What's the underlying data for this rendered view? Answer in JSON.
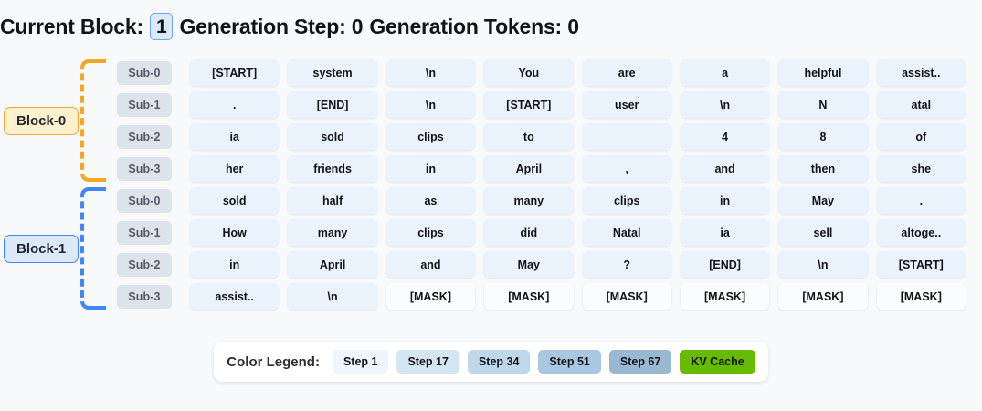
{
  "header": {
    "current_block_label": "Current Block:",
    "current_block_value": "1",
    "generation_step_label": "Generation Step: 0",
    "generation_tokens_label": "Generation Tokens: 0"
  },
  "blocks": [
    {
      "label": "Block-0",
      "accent": "#f5a623",
      "rows": [
        {
          "sub": "Sub-0",
          "cells": [
            "[START]",
            "system",
            "\\n",
            "You",
            "are",
            "a",
            "helpful",
            "assist.."
          ],
          "mask": [
            false,
            false,
            false,
            false,
            false,
            false,
            false,
            false
          ]
        },
        {
          "sub": "Sub-1",
          "cells": [
            ".",
            "[END]",
            "\\n",
            "[START]",
            "user",
            "\\n",
            "N",
            "atal"
          ],
          "mask": [
            false,
            false,
            false,
            false,
            false,
            false,
            false,
            false
          ]
        },
        {
          "sub": "Sub-2",
          "cells": [
            "ia",
            "sold",
            "clips",
            "to",
            "_",
            "4",
            "8",
            "of"
          ],
          "mask": [
            false,
            false,
            false,
            false,
            false,
            false,
            false,
            false
          ]
        },
        {
          "sub": "Sub-3",
          "cells": [
            "her",
            "friends",
            "in",
            "April",
            ",",
            "and",
            "then",
            "she"
          ],
          "mask": [
            false,
            false,
            false,
            false,
            false,
            false,
            false,
            false
          ]
        }
      ]
    },
    {
      "label": "Block-1",
      "accent": "#4285f4",
      "rows": [
        {
          "sub": "Sub-0",
          "cells": [
            "sold",
            "half",
            "as",
            "many",
            "clips",
            "in",
            "May",
            "."
          ],
          "mask": [
            false,
            false,
            false,
            false,
            false,
            false,
            false,
            false
          ]
        },
        {
          "sub": "Sub-1",
          "cells": [
            "How",
            "many",
            "clips",
            "did",
            "Natal",
            "ia",
            "sell",
            "altoge.."
          ],
          "mask": [
            false,
            false,
            false,
            false,
            false,
            false,
            false,
            false
          ]
        },
        {
          "sub": "Sub-2",
          "cells": [
            "in",
            "April",
            "and",
            "May",
            "?",
            "[END]",
            "\\n",
            "[START]"
          ],
          "mask": [
            false,
            false,
            false,
            false,
            false,
            false,
            false,
            false
          ]
        },
        {
          "sub": "Sub-3",
          "cells": [
            "assist..",
            "\\n",
            "[MASK]",
            "[MASK]",
            "[MASK]",
            "[MASK]",
            "[MASK]",
            "[MASK]"
          ],
          "mask": [
            false,
            false,
            true,
            true,
            true,
            true,
            true,
            true
          ]
        }
      ]
    }
  ],
  "legend": {
    "title": "Color Legend:",
    "items": [
      {
        "label": "Step 1",
        "color": "#eef5fd"
      },
      {
        "label": "Step 17",
        "color": "#d5e5f2"
      },
      {
        "label": "Step 34",
        "color": "#bed7ea"
      },
      {
        "label": "Step 51",
        "color": "#a9c7e0"
      },
      {
        "label": "Step 67",
        "color": "#9bb8d3"
      },
      {
        "label": "KV Cache",
        "color": "#66bb00"
      }
    ]
  }
}
